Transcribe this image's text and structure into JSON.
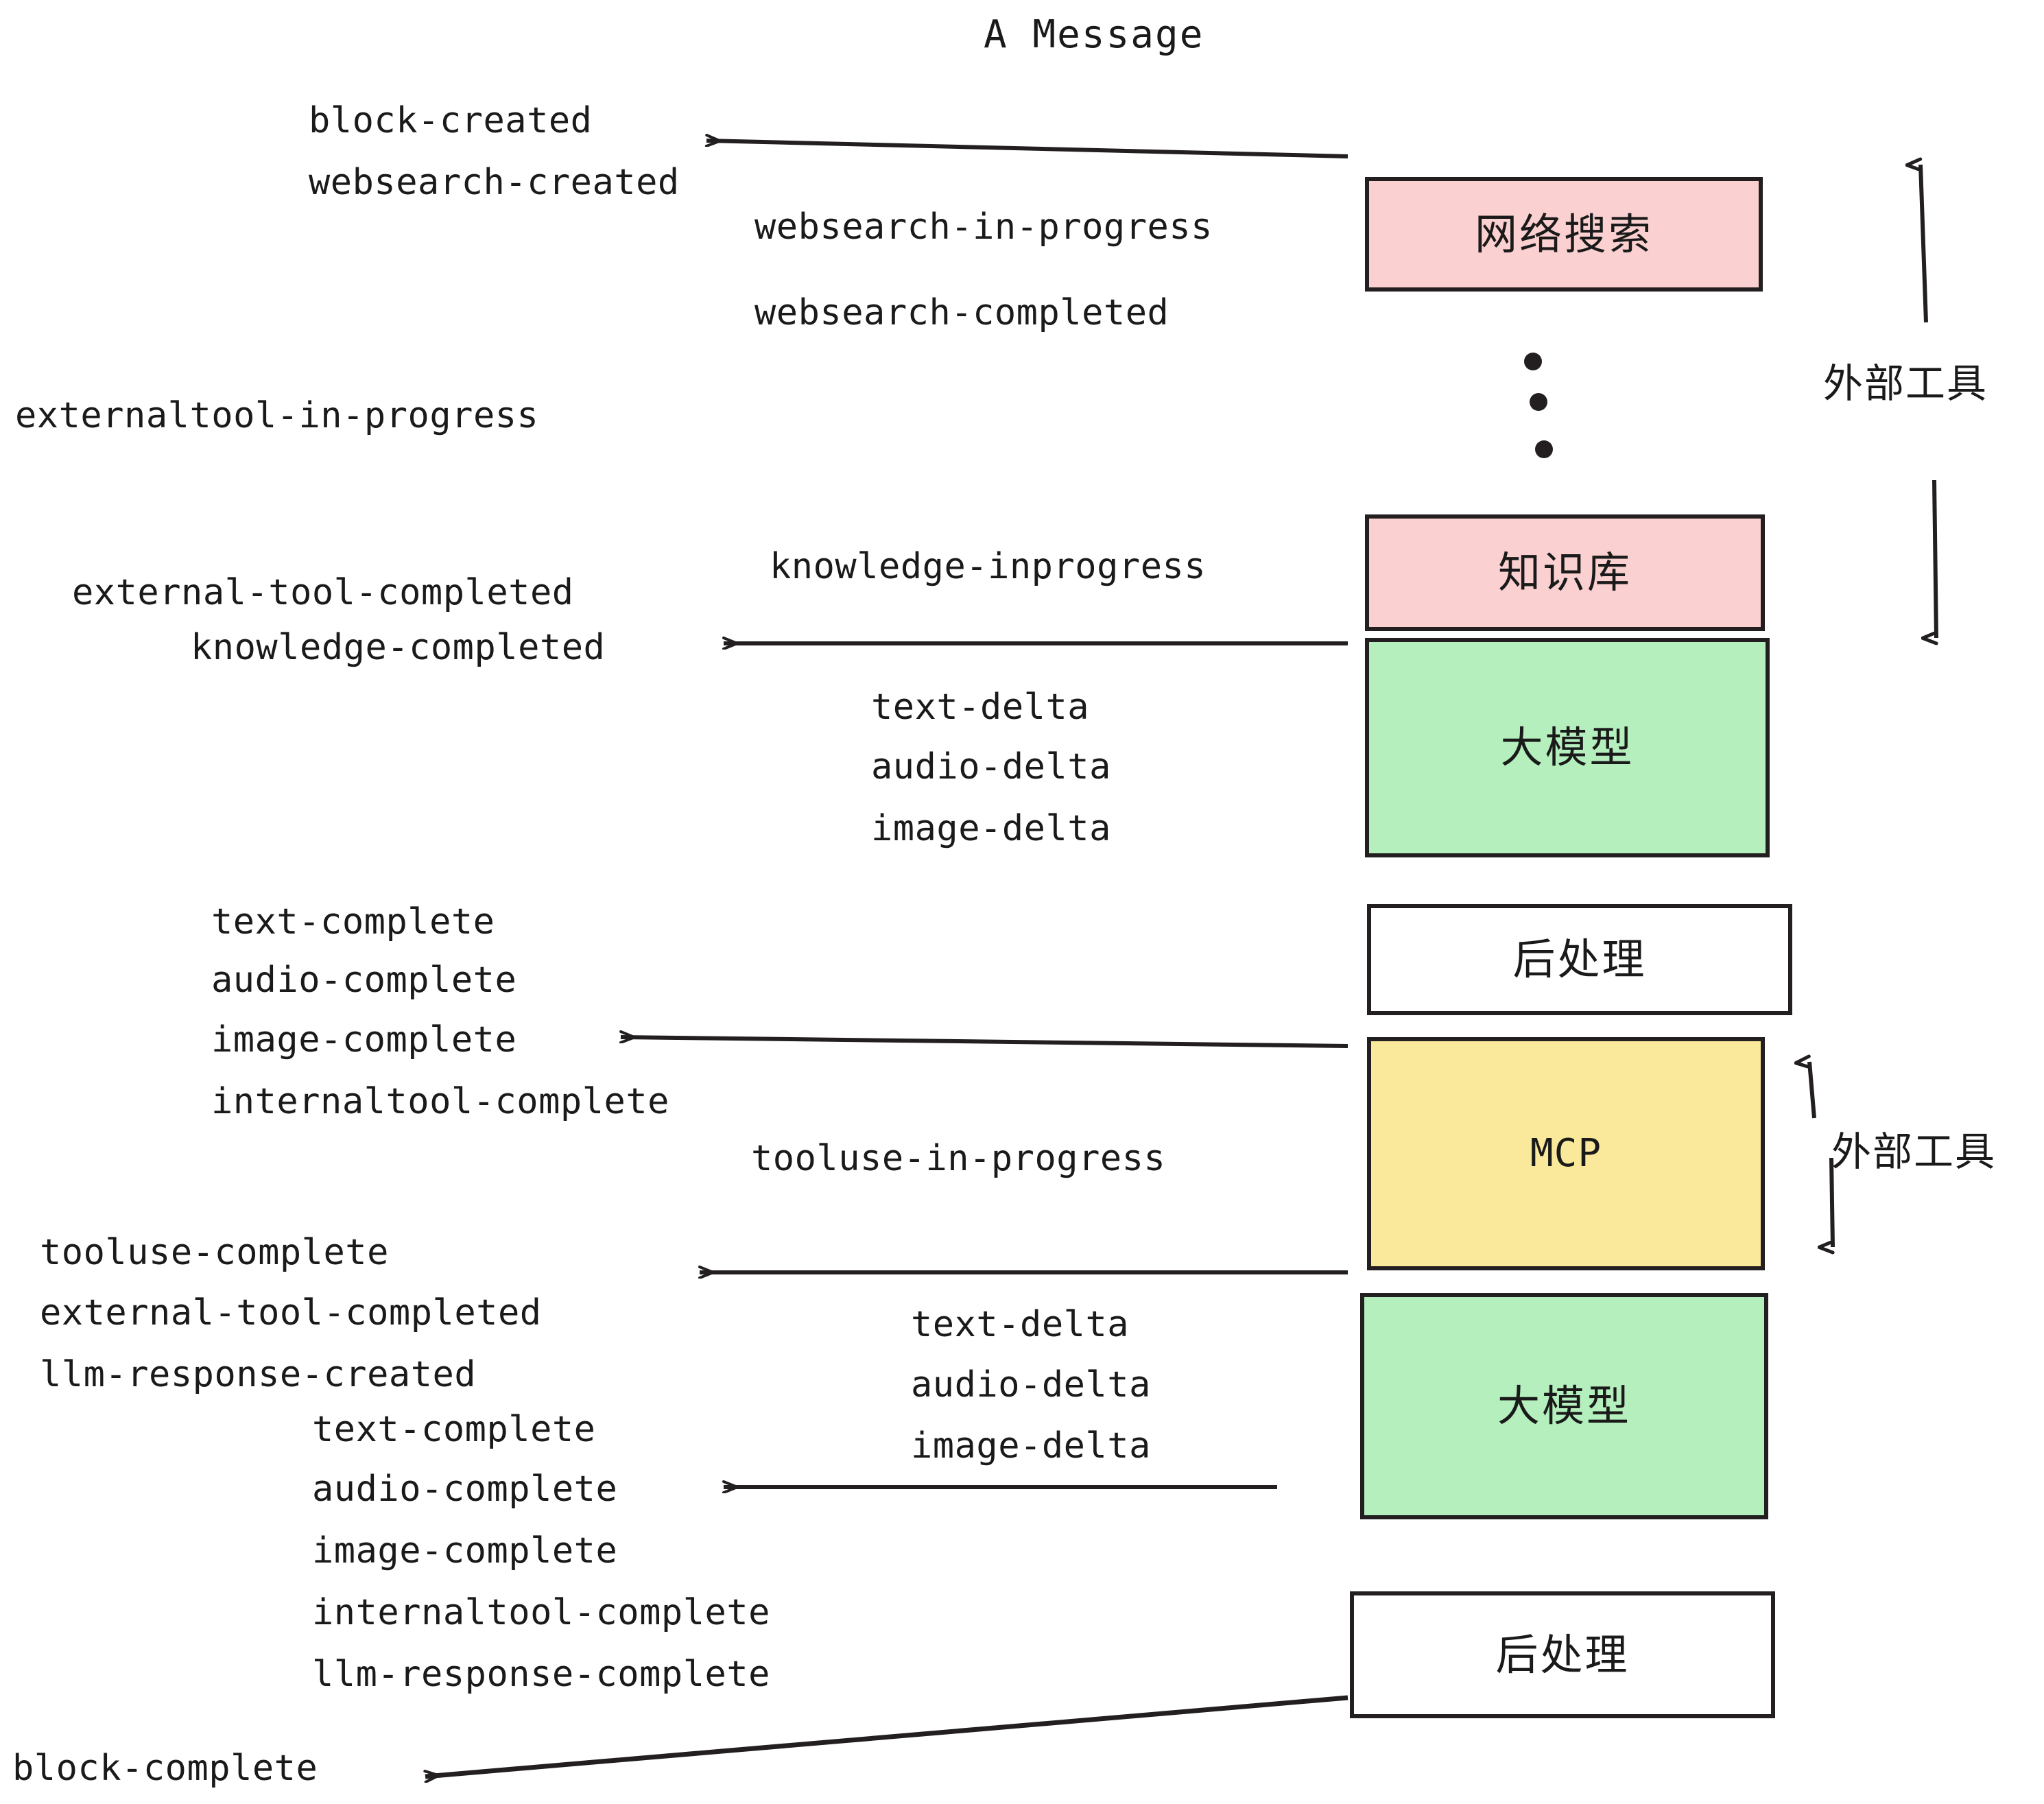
{
  "title": "A Message",
  "colors": {
    "pink": "#fad0d0",
    "green": "#b4efbd",
    "yellow": "#fae99a",
    "white": "#ffffff",
    "stroke": "#231f20",
    "text": "#1a1a1a"
  },
  "boxes": [
    {
      "id": "websearch",
      "label": "网络搜索",
      "fill": "#fad0d0",
      "mono": false
    },
    {
      "id": "knowledge",
      "label": "知识库",
      "fill": "#fad0d0",
      "mono": false
    },
    {
      "id": "llm-upper",
      "label": "大模型",
      "fill": "#b4efbd",
      "mono": false
    },
    {
      "id": "postprocess-upper",
      "label": "后处理",
      "fill": "#ffffff",
      "mono": false
    },
    {
      "id": "mcp",
      "label": "MCP",
      "fill": "#fae99a",
      "mono": true
    },
    {
      "id": "llm-lower",
      "label": "大模型",
      "fill": "#b4efbd",
      "mono": false
    },
    {
      "id": "postprocess-lower",
      "label": "后处理",
      "fill": "#ffffff",
      "mono": false
    }
  ],
  "side_notes": [
    {
      "id": "external-tools-upper",
      "label": "外部工具"
    },
    {
      "id": "external-tools-lower",
      "label": "外部工具"
    }
  ],
  "events": {
    "block_created": "block-created",
    "websearch_created": "websearch-created",
    "websearch_in_progress": "websearch-in-progress",
    "websearch_completed": "websearch-completed",
    "externaltool_in_progress": "externaltool-in-progress",
    "knowledge_inprogress": "knowledge-inprogress",
    "external_tool_completed_1": "external-tool-completed",
    "knowledge_completed": "knowledge-completed",
    "text_delta_1": "text-delta",
    "audio_delta_1": "audio-delta",
    "image_delta_1": "image-delta",
    "text_complete_1": "text-complete",
    "audio_complete_1": "audio-complete",
    "image_complete_1": "image-complete",
    "internaltool_complete_1": "internaltool-complete",
    "tooluse_in_progress": "tooluse-in-progress",
    "tooluse_complete": "tooluse-complete",
    "external_tool_completed_2": "external-tool-completed",
    "llm_response_created": "llm-response-created",
    "text_delta_2": "text-delta",
    "audio_delta_2": "audio-delta",
    "image_delta_2": "image-delta",
    "text_complete_2": "text-complete",
    "audio_complete_2": "audio-complete",
    "image_complete_2": "image-complete",
    "internaltool_complete_2": "internaltool-complete",
    "llm_response_complete": "llm-response-complete",
    "block_complete": "block-complete"
  }
}
